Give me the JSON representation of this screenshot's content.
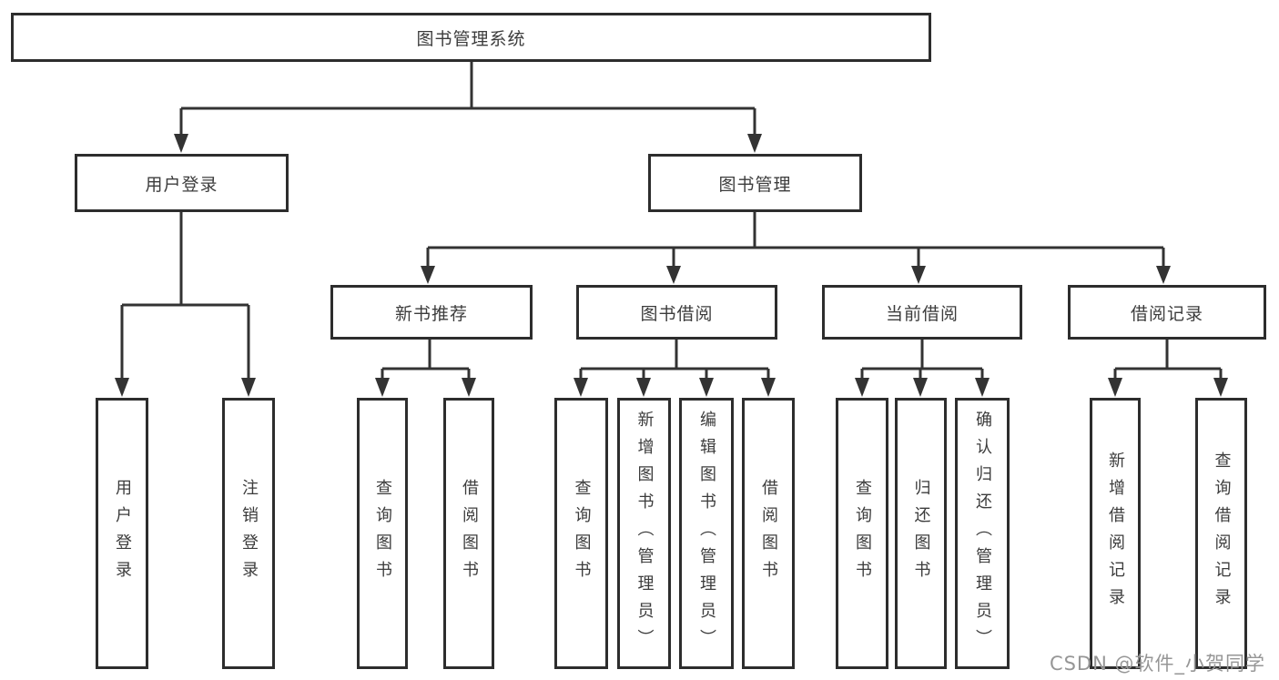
{
  "diagram": {
    "root": {
      "label": "图书管理系统"
    },
    "branches": [
      {
        "label": "用户登录",
        "leaves": [
          "用户登录",
          "注销登录"
        ]
      },
      {
        "label": "图书管理",
        "groups": [
          {
            "label": "新书推荐",
            "leaves": [
              "查询图书",
              "借阅图书"
            ]
          },
          {
            "label": "图书借阅",
            "leaves": [
              "查询图书",
              "新增图书（管理员）",
              "编辑图书（管理员）",
              "借阅图书"
            ]
          },
          {
            "label": "当前借阅",
            "leaves": [
              "查询图书",
              "归还图书",
              "确认归还（管理员）"
            ]
          },
          {
            "label": "借阅记录",
            "leaves": [
              "新增借阅记录",
              "查询借阅记录"
            ]
          }
        ]
      }
    ]
  },
  "watermark": {
    "text": "CSDN @软件_小贺同学"
  },
  "colors": {
    "line": "#333333",
    "box_border": "#2d2d2d",
    "box_fill": "#ffffff",
    "text": "#3c3c3c",
    "watermark_text": "#969696"
  }
}
